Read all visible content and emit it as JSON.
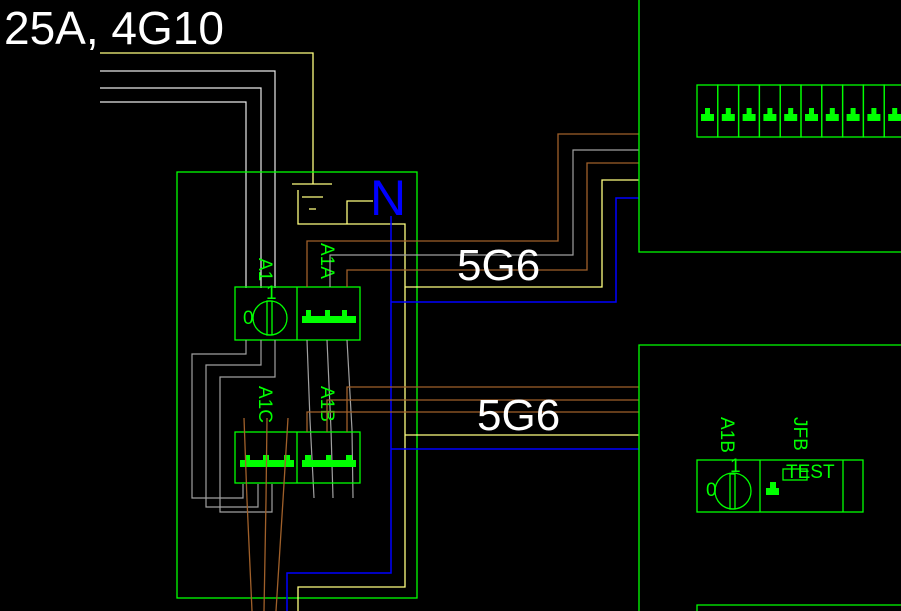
{
  "labels": {
    "supply": "25A, 4G10",
    "cable_1": "5G6",
    "cable_2": "5G6",
    "neutral": "N",
    "switch_main": "A1",
    "breaker_a1a": "A1A",
    "breaker_a1c": "A1C",
    "breaker_a1b": "A1B",
    "remote_switch": "A1B",
    "remote_rcd": "JFB",
    "test": "TEST",
    "switch_pos_0": "0",
    "switch_pos_1": "1",
    "remote_pos_0": "0",
    "remote_pos_1": "1"
  },
  "colors": {
    "background": "#000000",
    "component": "#00ff00",
    "phase_wire": "#a0602a",
    "neutral_wire": "#0000ff",
    "earth_wire": "#ffff80",
    "supply_wire": "#e8e8e8",
    "text": "#ffffff"
  },
  "terminal_count": 10
}
